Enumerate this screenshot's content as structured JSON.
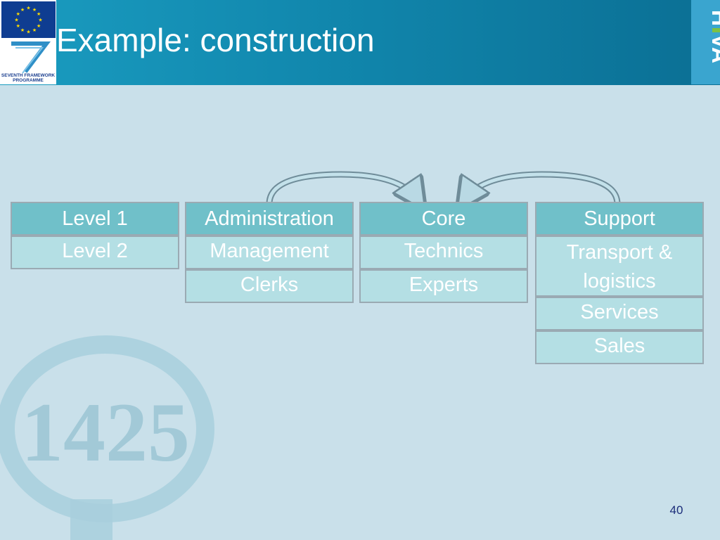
{
  "slide": {
    "title": "Example: construction",
    "page_number": "40"
  },
  "logos": {
    "eu_flag": "eu-flag-icon",
    "fp7_logo": "seventh-framework-programme-logo",
    "fp7_text": "SEVENTH FRAMEWORK PROGRAMME",
    "hiva_logo": "HIVA",
    "watermark": "1425"
  },
  "colors": {
    "header": "#1187ad",
    "background": "#c9e0ea",
    "cell_head": "#70c0c9",
    "cell_body": "#b4dfe4"
  },
  "diagram": {
    "legend": {
      "head": "Level 1",
      "body": [
        "Level 2"
      ]
    },
    "columns": [
      {
        "head": "Administration",
        "cells": [
          "Management",
          "Clerks"
        ]
      },
      {
        "head": "Core",
        "cells": [
          "Technics",
          "Experts"
        ]
      },
      {
        "head": "Support",
        "cells": [
          "Transport & logistics",
          "Services",
          "Sales"
        ]
      }
    ],
    "connectors": [
      {
        "from": "Administration",
        "to": "Core"
      },
      {
        "from": "Support",
        "to": "Core"
      }
    ]
  }
}
